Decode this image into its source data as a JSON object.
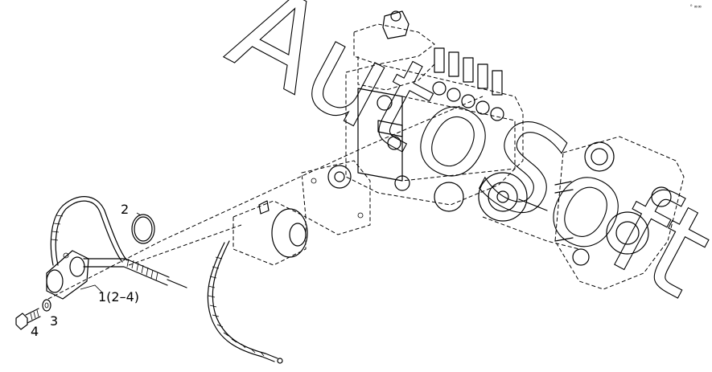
{
  "diagram": {
    "watermark": "AutoSoft",
    "corner_mark": "⁰ ∞∞",
    "callouts": [
      {
        "id": "c1",
        "label": "1(2–4)"
      },
      {
        "id": "c2",
        "label": "2"
      },
      {
        "id": "c3",
        "label": "3"
      },
      {
        "id": "c4",
        "label": "4"
      }
    ]
  }
}
